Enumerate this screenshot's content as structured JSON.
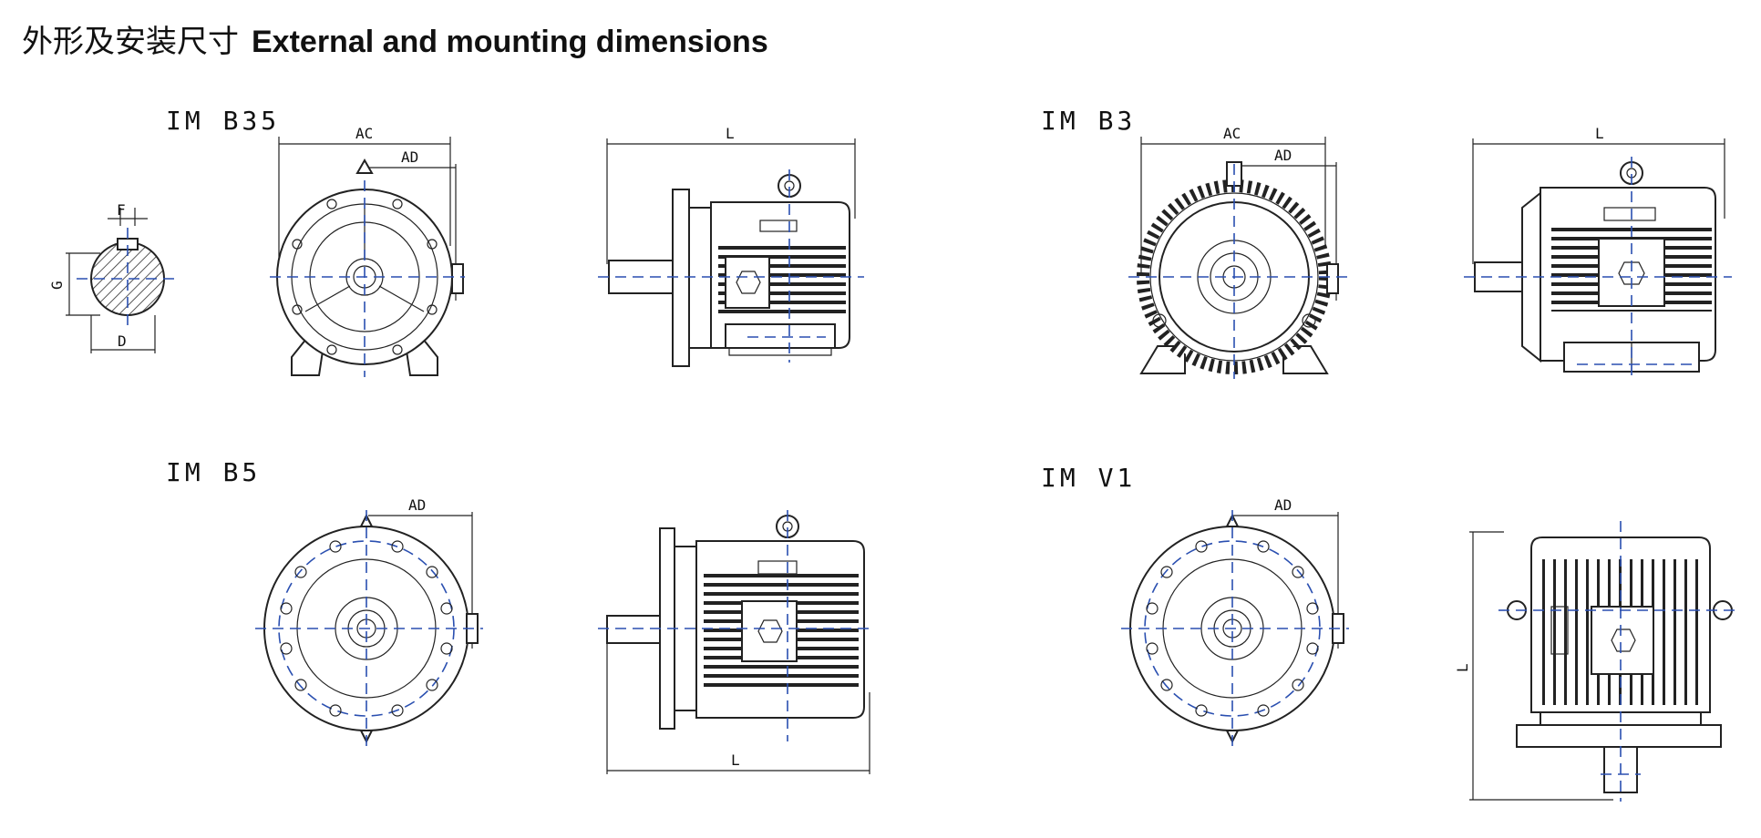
{
  "header": {
    "title_zh": "外形及安装尺寸",
    "title_en": "External and mounting dimensions"
  },
  "views": {
    "b35": "IM B35",
    "b3": "IM B3",
    "b5": "IM B5",
    "v1": "IM V1"
  },
  "dims": {
    "ac": "AC",
    "ad": "AD",
    "l": "L",
    "f": "F",
    "g": "G",
    "d": "D"
  },
  "colors": {
    "centerline": "#2a4fb0",
    "outline": "#222222"
  }
}
